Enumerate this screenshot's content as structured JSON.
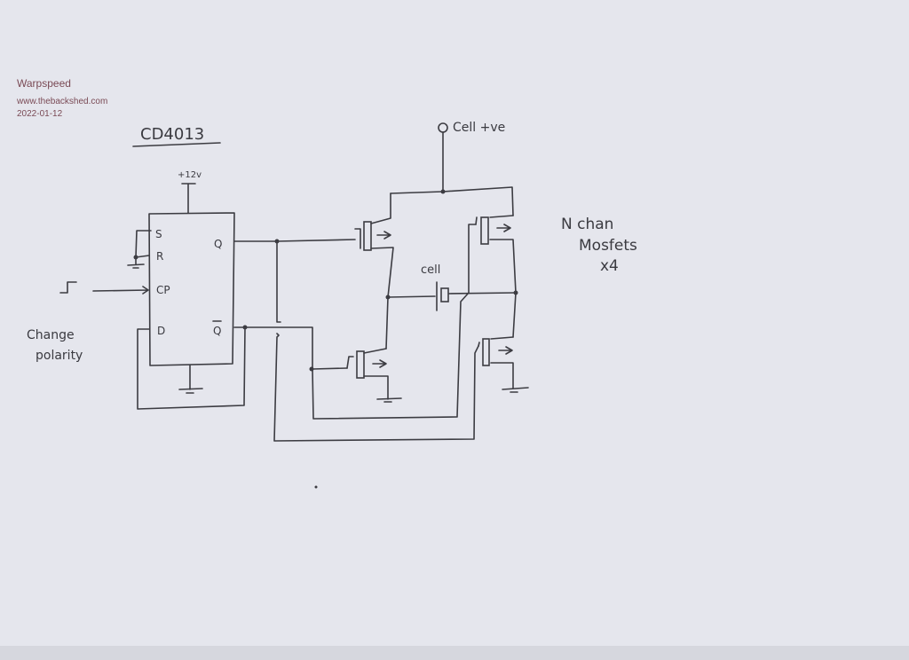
{
  "watermark": {
    "author": "Warpspeed",
    "site": "www.thebackshed.com",
    "date": "2022-01-12"
  },
  "labels": {
    "chip": "CD4013",
    "supply": "+12v",
    "pin_s": "S",
    "pin_r": "R",
    "pin_cp": "CP",
    "pin_d": "D",
    "pin_q": "Q",
    "pin_qbar": "Q",
    "input_line1": "Change",
    "input_line2": "polarity",
    "cell_positive": "Cell +ve",
    "cell": "cell",
    "note_line1": "N chan",
    "note_line2": "Mosfets",
    "note_line3": "x4"
  }
}
